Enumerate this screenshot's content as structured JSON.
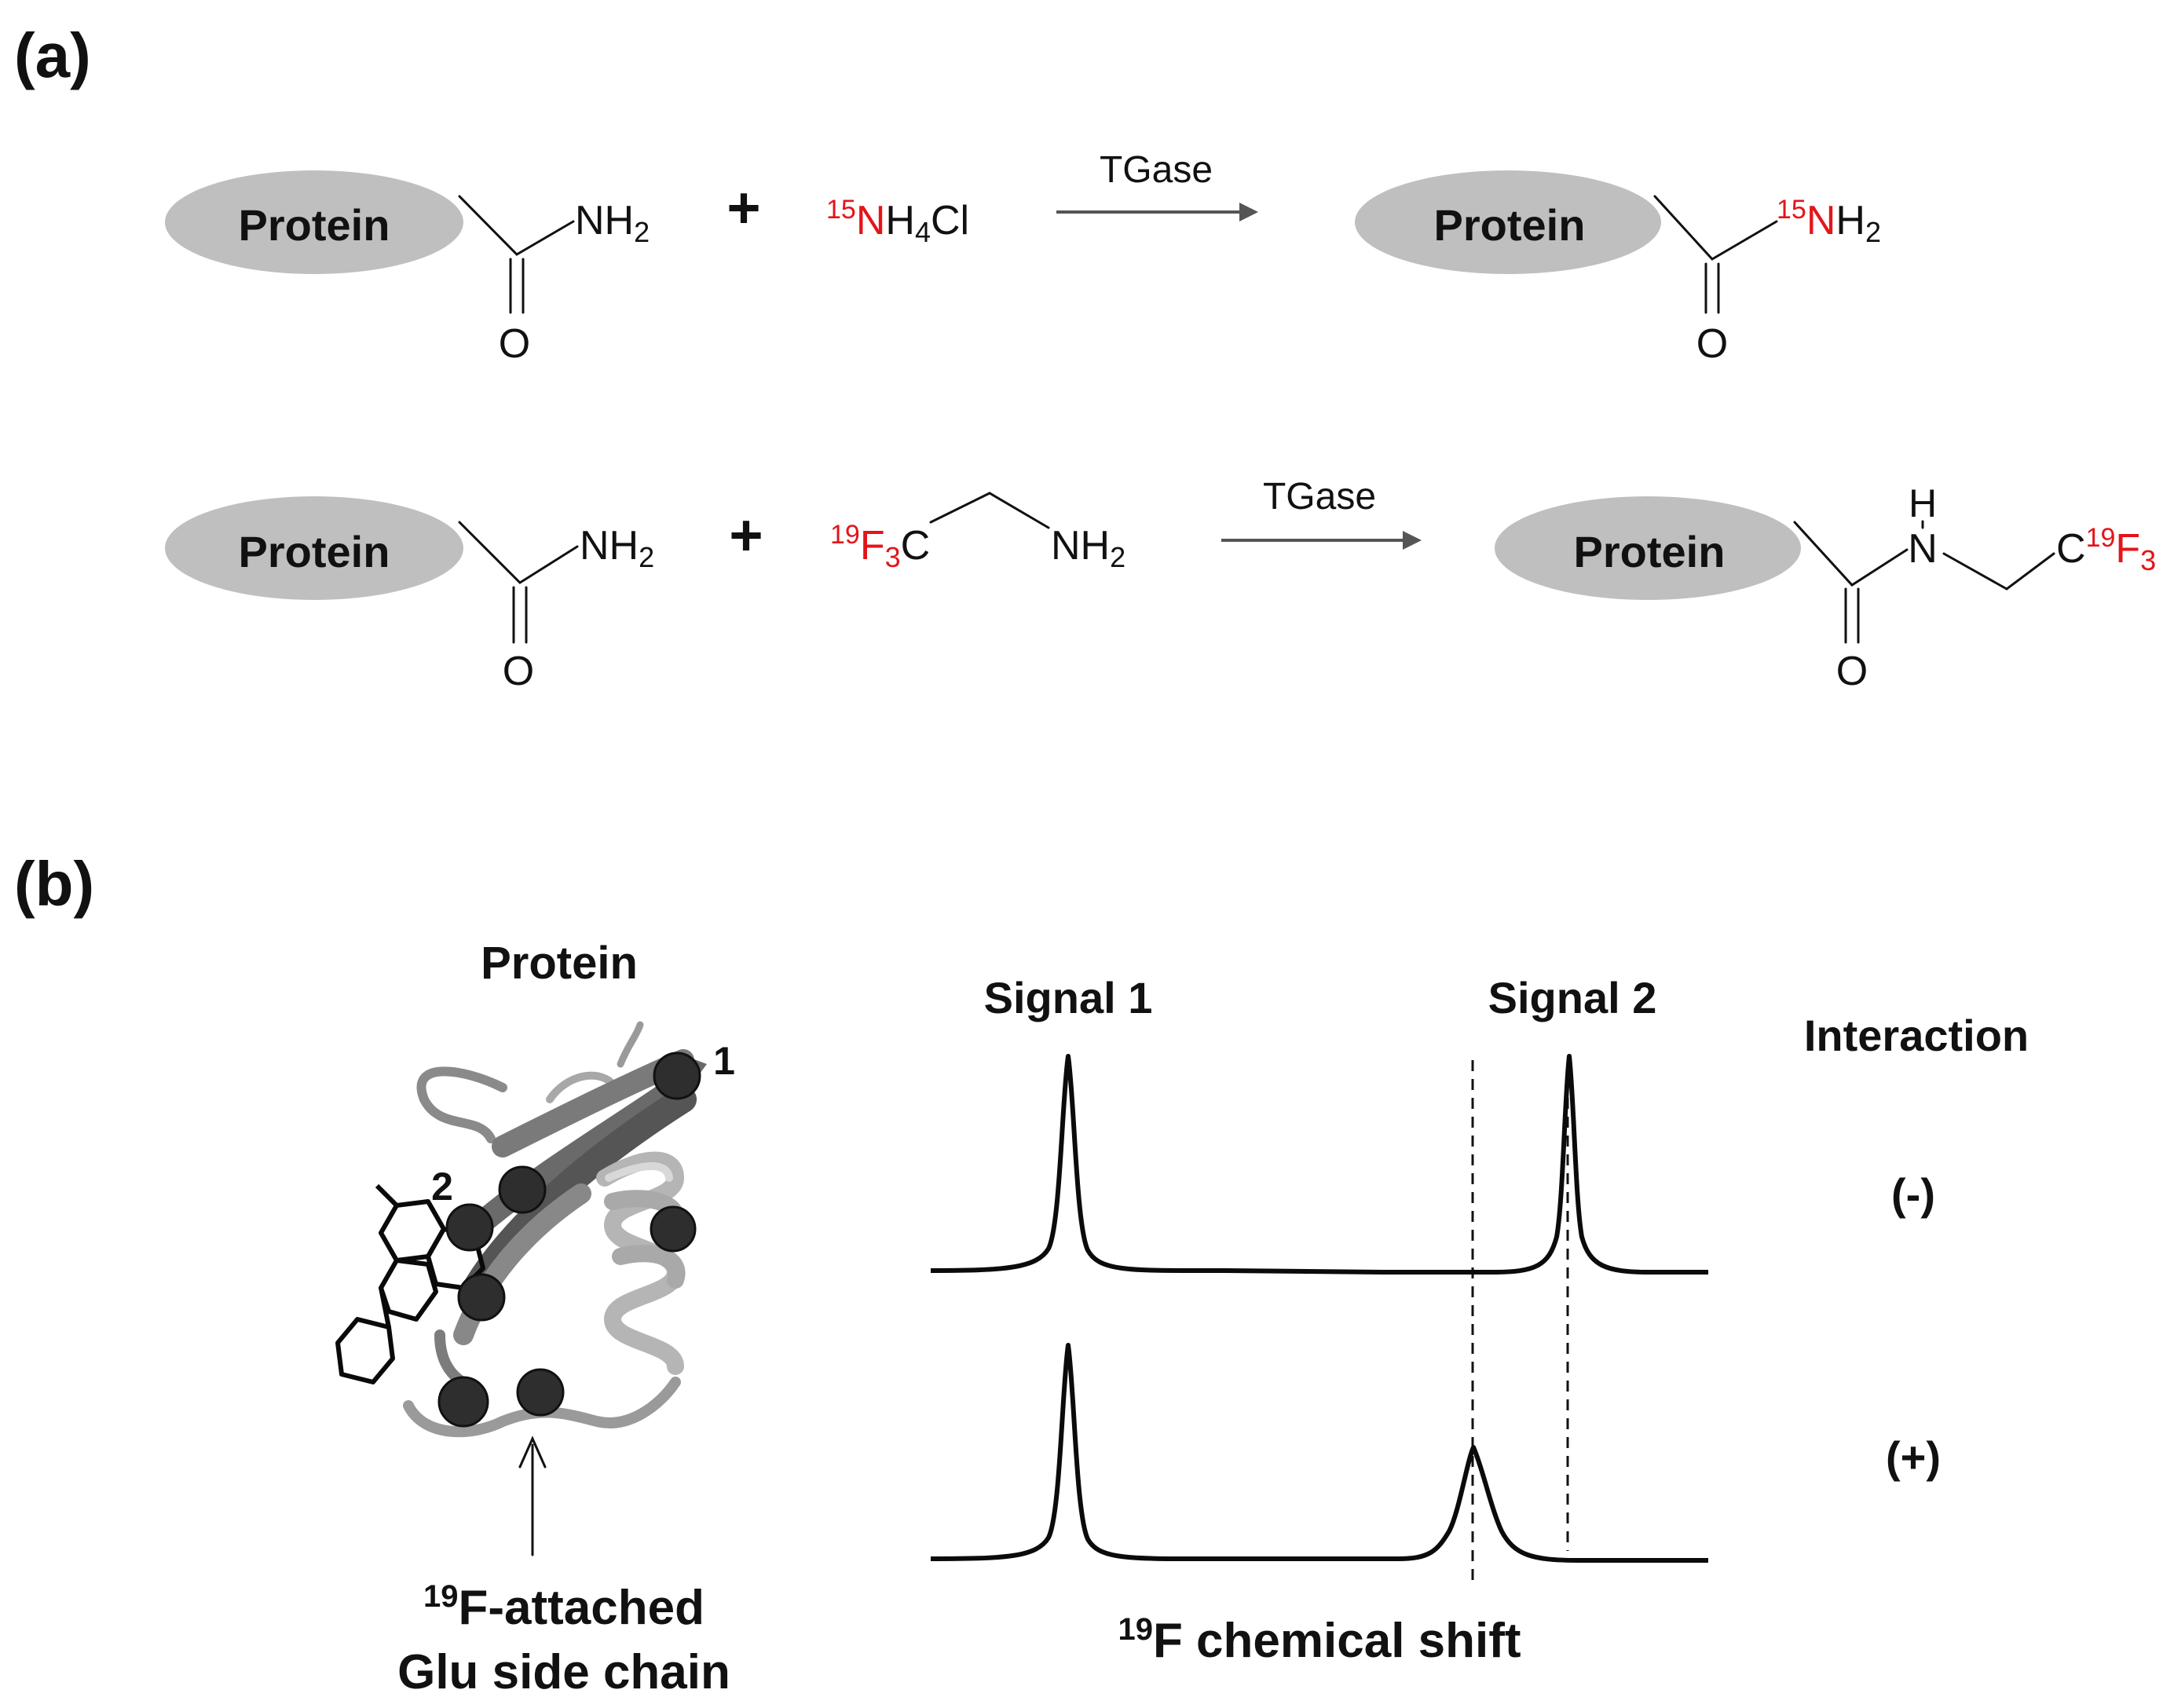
{
  "panels": {
    "a": {
      "label": "(a)"
    },
    "b": {
      "label": "(b)"
    }
  },
  "reaction1": {
    "protein": "Protein",
    "amide_nh2": "NH",
    "amide_sub": "2",
    "carbonyl_o": "O",
    "plus": "+",
    "reagent_iso": "15",
    "reagent_atom": "N",
    "reagent_rest": "H",
    "reagent_sub": "4",
    "reagent_tail": "Cl",
    "enzyme": "TGase",
    "product_protein": "Protein",
    "product_iso": "15",
    "product_atom": "N",
    "product_h": "H",
    "product_sub": "2",
    "product_o": "O"
  },
  "reaction2": {
    "protein": "Protein",
    "amide_nh2": "NH",
    "amide_sub": "2",
    "carbonyl_o": "O",
    "plus": "+",
    "reagent_iso": "19",
    "reagent_f": "F",
    "reagent_f_sub": "3",
    "reagent_c": "C",
    "reagent_amine": "NH",
    "reagent_amine_sub": "2",
    "enzyme": "TGase",
    "product_protein": "Protein",
    "product_h": "H",
    "product_n": "N",
    "product_c": "C",
    "product_iso": "19",
    "product_f": "F",
    "product_f_sub": "3",
    "product_o": "O"
  },
  "structure": {
    "title": "Protein",
    "site1": "1",
    "site2": "2",
    "callout_iso": "19",
    "callout_line1": "F-attached",
    "callout_line2": "Glu side chain"
  },
  "spectrum": {
    "signal1": "Signal 1",
    "signal2": "Signal 2",
    "interaction_header": "Interaction",
    "state_minus": "(-)",
    "state_plus": "(+)",
    "axis_iso": "19",
    "axis_label": "F chemical shift"
  }
}
